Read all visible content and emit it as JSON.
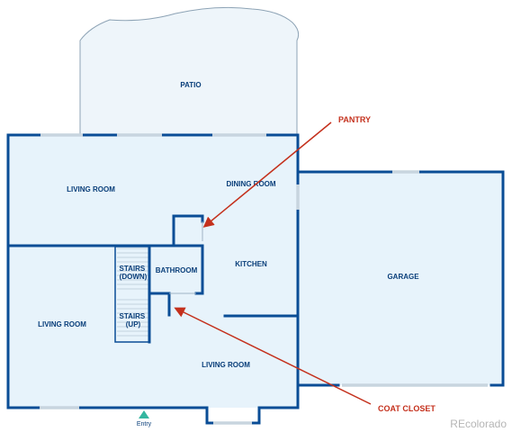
{
  "colors": {
    "wall": "#0a4d96",
    "floor": "#e7f3fb",
    "patio": "#eef5fa",
    "patio_outline": "#8da3b5",
    "window": "#c8d5df",
    "callout": "#c4301c",
    "entry_marker": "#34b6a0"
  },
  "rooms": {
    "patio": "PATIO",
    "living_room_upper": "LIVING ROOM",
    "dining_room": "DINING ROOM",
    "kitchen": "KITCHEN",
    "stairs_down_line1": "STAIRS",
    "stairs_down_line2": "(DOWN)",
    "stairs_up_line1": "STAIRS",
    "stairs_up_line2": "(UP)",
    "bathroom": "BATHROOM",
    "living_room_left": "LIVING ROOM",
    "living_room_lower": "LIVING ROOM",
    "garage": "GARAGE"
  },
  "callouts": {
    "pantry": "PANTRY",
    "coat_closet": "COAT CLOSET"
  },
  "entry": {
    "label": "Entry",
    "icon": "triangle-up-icon"
  },
  "watermark": "REcolorado"
}
